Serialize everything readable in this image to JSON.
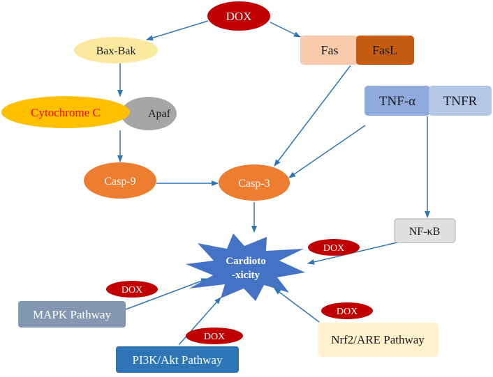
{
  "nodes": {
    "dox_top": "DOX",
    "bax_bak": "Bax-Bak",
    "fas": "Fas",
    "fasl": "FasL",
    "cytochrome_c": "Cytochrome C",
    "apaf": "Apaf",
    "tnf_alpha": "TNF-α",
    "tnfr": "TNFR",
    "casp9": "Casp-9",
    "casp3": "Casp-3",
    "nfkb": "NF-κB",
    "cardiotoxicity_line1": "Cardioto",
    "cardiotoxicity_line2": "-xicity",
    "mapk": "MAPK Pathway",
    "pi3k": "PI3K/Akt Pathway",
    "nrf2": "Nrf2/ARE Pathway",
    "dox_nfkb": "DOX",
    "dox_mapk": "DOX",
    "dox_pi3k": "DOX",
    "dox_nrf2": "DOX"
  },
  "colors": {
    "dox_red": "#c00000",
    "bax_yellow": "#fbe9a0",
    "fas_peach": "#f8cbad",
    "fasl_orange": "#c55a11",
    "cyto_gold": "#ffc000",
    "cyto_text_red": "#ff0000",
    "apaf_gray": "#a6a6a6",
    "tnf_blue": "#8faadc",
    "tnfr_blue": "#b4c7e7",
    "casp_orange": "#ed7d31",
    "nfkb_gray": "#e0e0e0",
    "burst_blue": "#4472c4",
    "mapk_slate": "#8497b0",
    "pi3k_blue": "#2e75b6",
    "nrf2_cream": "#fff2cc",
    "arrow_blue": "#2e75b6"
  }
}
